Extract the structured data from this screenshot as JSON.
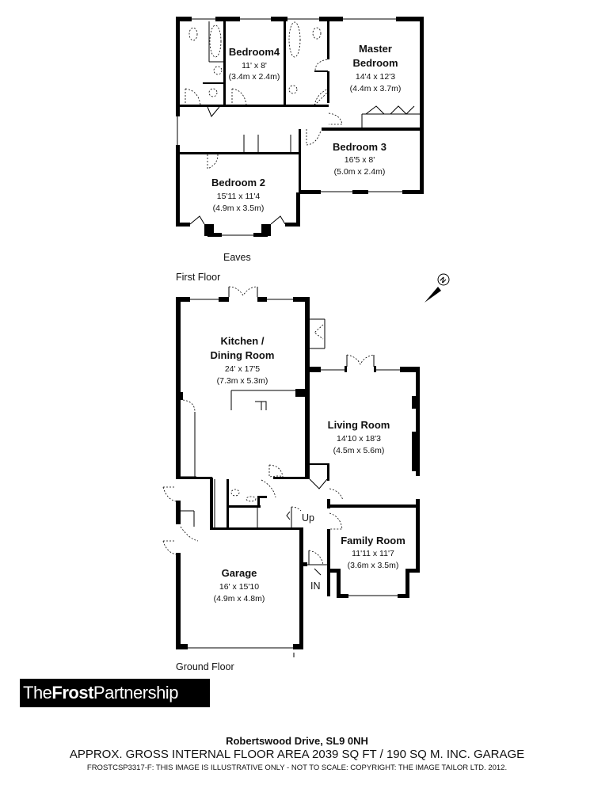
{
  "first_floor": {
    "label": "First Floor",
    "eaves_label": "Eaves",
    "rooms": [
      {
        "name": "Bedroom4",
        "imperial": "11' x 8'",
        "metric": "(3.4m x 2.4m)"
      },
      {
        "name_line1": "Master",
        "name_line2": "Bedroom",
        "imperial": "14'4 x 12'3",
        "metric": "(4.4m x 3.7m)"
      },
      {
        "name": "Bedroom 3",
        "imperial": "16'5 x 8'",
        "metric": "(5.0m x 2.4m)"
      },
      {
        "name": "Bedroom 2",
        "imperial": "15'11 x 11'4",
        "metric": "(4.9m x 3.5m)"
      }
    ]
  },
  "ground_floor": {
    "label": "Ground Floor",
    "stairs_label": "Up",
    "entrance_label": "IN",
    "rooms": [
      {
        "name_line1": "Kitchen /",
        "name_line2": "Dining Room",
        "imperial": "24' x 17'5",
        "metric": "(7.3m x 5.3m)"
      },
      {
        "name": "Living Room",
        "imperial": "14'10 x 18'3",
        "metric": "(4.5m x 5.6m)"
      },
      {
        "name": "Family Room",
        "imperial": "11'11 x 11'7",
        "metric": "(3.6m x 3.5m)"
      },
      {
        "name": "Garage",
        "imperial": "16' x 15'10",
        "metric": "(4.9m x 4.8m)"
      }
    ]
  },
  "compass": {
    "label": "N",
    "icon": "north-arrow-icon"
  },
  "logo": {
    "part1": "The",
    "part2": "Frost",
    "part3": "Partnership"
  },
  "footer": {
    "address": "Robertswood Drive, SL9 0NH",
    "area": "APPROX. GROSS INTERNAL FLOOR AREA 2039 SQ FT / 190 SQ M. INC. GARAGE",
    "disclaimer": "FROSTCSP3317-F: THIS IMAGE IS ILLUSTRATIVE ONLY - NOT TO SCALE: COPYRIGHT: THE IMAGE TAILOR LTD. 2012."
  }
}
